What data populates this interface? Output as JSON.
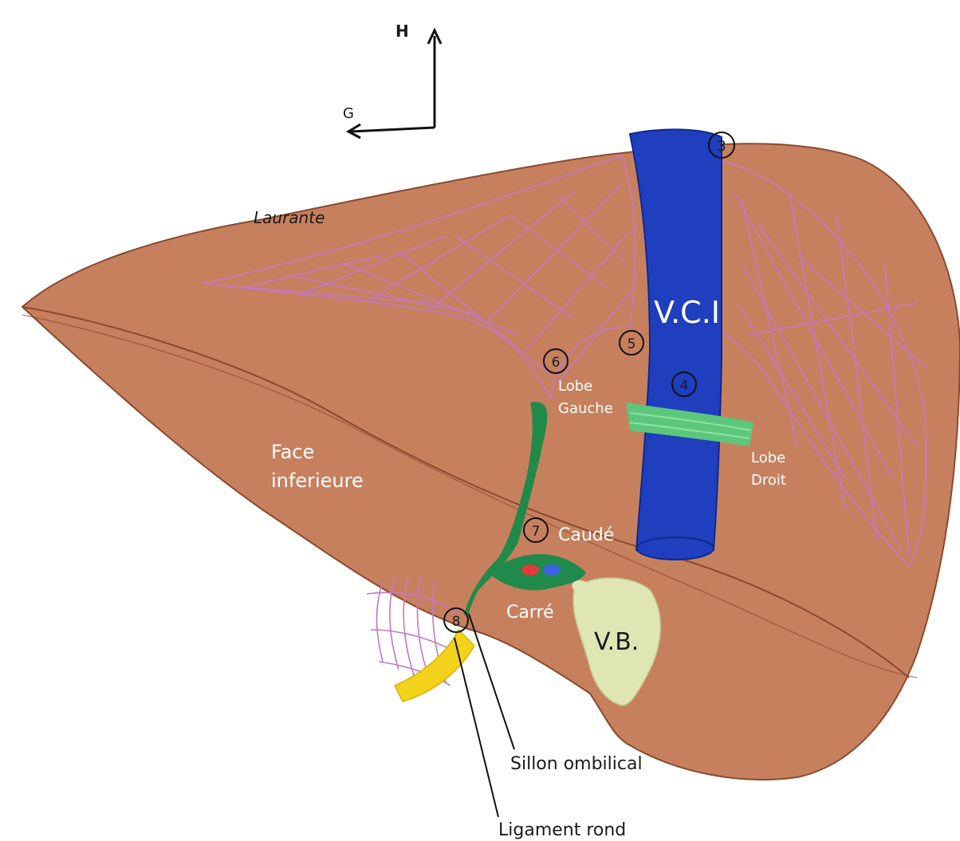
{
  "compass": {
    "up": "H",
    "left": "G"
  },
  "labels": {
    "laurante": "Laurante",
    "vci": "V.C.I",
    "lobe_gauche": "Lobe Gauche",
    "lobe_droit": "Lobe Droit",
    "face_inferieure": "Face inferieure",
    "caude": "Caudé",
    "carre": "Carré",
    "vb": "V.B.",
    "sillon": "Sillon ombilical",
    "ligament": "Ligament rond"
  },
  "markers": [
    "3",
    "4",
    "5",
    "6",
    "7",
    "8"
  ],
  "colors": {
    "liver": "#c7805e",
    "liver_outline": "#8a4a2e",
    "vci": "#1f3fbf",
    "green": "#1f8a4a",
    "light_green": "#5cc77a",
    "gallbladder": "#dfe6b4",
    "ligament": "#f2d21a",
    "mesh": "#c477c4"
  }
}
